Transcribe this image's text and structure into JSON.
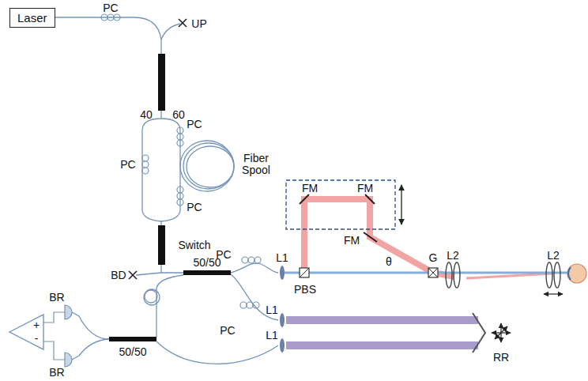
{
  "diagram": {
    "nodes": [
      {
        "text": [
          "Laser"
        ]
      }
    ],
    "labels": [
      "PC",
      "UP",
      "40",
      "60",
      "PC",
      "PC",
      "Fiber Spool",
      "PC",
      "Switch",
      "BD",
      "50/50",
      "PC",
      "PC",
      "BR",
      "BR",
      "50/50",
      "+",
      "-",
      "L1",
      "PBS",
      "FM",
      "FM",
      "FM",
      "θ",
      "G",
      "L2",
      "L2",
      "L1",
      "L1",
      "RR"
    ]
  }
}
